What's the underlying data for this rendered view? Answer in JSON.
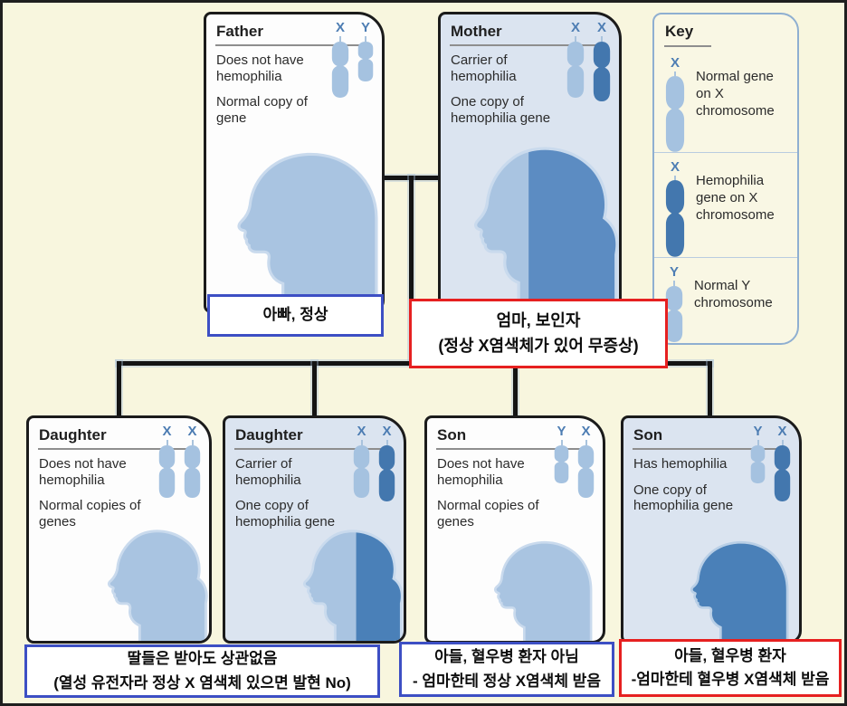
{
  "colors": {
    "background": "#f8f6de",
    "card_blue_bg": "#dbe4f0",
    "card_white_bg": "#fdfdfd",
    "chromosome_normal": "#a5c2e0",
    "chromosome_hemophilia": "#4377ae",
    "silhouette_light": "#a9c4e1",
    "silhouette_dark": "#5c8cc2",
    "chromosome_label": "#4d7db3",
    "annotation_blue_border": "#3d4fc4",
    "annotation_red_border": "#e62020",
    "key_border": "#8fafd1",
    "connector": "#141414"
  },
  "cards": {
    "father": {
      "title": "Father",
      "lines": [
        "Does not have hemophilia",
        "Normal copy of gene"
      ],
      "chromosomes": [
        {
          "label": "X",
          "variant": "normal"
        },
        {
          "label": "Y",
          "variant": "normal"
        }
      ]
    },
    "mother": {
      "title": "Mother",
      "lines": [
        "Carrier of hemophilia",
        "One copy of hemophilia gene"
      ],
      "chromosomes": [
        {
          "label": "X",
          "variant": "normal"
        },
        {
          "label": "X",
          "variant": "hemophilia"
        }
      ]
    },
    "daughter1": {
      "title": "Daughter",
      "lines": [
        "Does not have hemophilia",
        "Normal copies of genes"
      ],
      "chromosomes": [
        {
          "label": "X",
          "variant": "normal"
        },
        {
          "label": "X",
          "variant": "normal"
        }
      ]
    },
    "daughter2": {
      "title": "Daughter",
      "lines": [
        "Carrier of hemophilia",
        "One copy of hemophilia gene"
      ],
      "chromosomes": [
        {
          "label": "X",
          "variant": "normal"
        },
        {
          "label": "X",
          "variant": "hemophilia"
        }
      ]
    },
    "son1": {
      "title": "Son",
      "lines": [
        "Does not have hemophilia",
        "Normal copies of genes"
      ],
      "chromosomes": [
        {
          "label": "Y",
          "variant": "normal"
        },
        {
          "label": "X",
          "variant": "normal"
        }
      ]
    },
    "son2": {
      "title": "Son",
      "lines": [
        "Has hemophilia",
        "One copy of hemophilia gene"
      ],
      "chromosomes": [
        {
          "label": "Y",
          "variant": "normal"
        },
        {
          "label": "X",
          "variant": "hemophilia"
        }
      ]
    }
  },
  "key": {
    "title": "Key",
    "entries": [
      {
        "label": "X",
        "variant": "normal",
        "text": "Normal gene on X chromosome"
      },
      {
        "label": "X",
        "variant": "hemophilia",
        "text": "Hemophilia gene on X chromosome"
      },
      {
        "label": "Y",
        "variant": "normal",
        "text": "Normal Y chromosome"
      }
    ]
  },
  "annotations": {
    "father_note": {
      "style": "blue",
      "lines": [
        "아빠, 정상"
      ]
    },
    "mother_note": {
      "style": "red",
      "lines": [
        "엄마, 보인자",
        "(정상 X염색체가 있어 무증상)"
      ]
    },
    "daughters_note": {
      "style": "blue",
      "lines": [
        "딸들은 받아도 상관없음",
        "(열성 유전자라 정상 X 염색체 있으면 발현 No)"
      ]
    },
    "son_normal_note": {
      "style": "blue",
      "lines": [
        "아들, 혈우병 환자 아님",
        "- 엄마한테 정상 X염색체 받음"
      ]
    },
    "son_affected_note": {
      "style": "red",
      "lines": [
        "아들, 혈우병 환자",
        "-엄마한테 혈우병 X염색체 받음"
      ]
    }
  }
}
